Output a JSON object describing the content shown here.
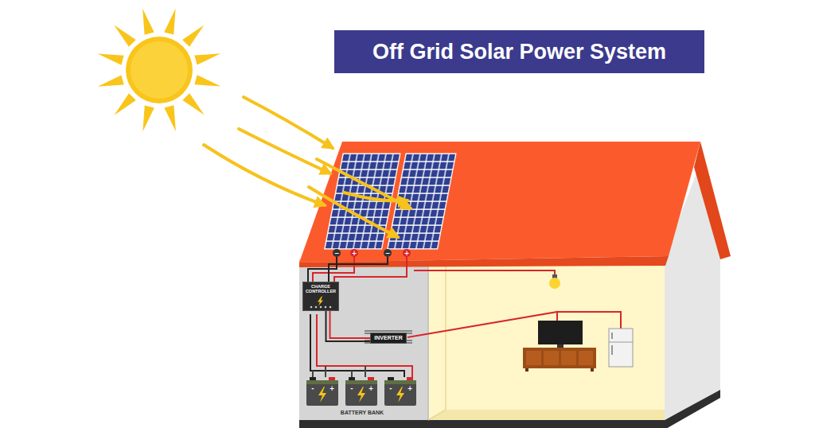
{
  "diagram": {
    "title": "Off Grid Solar Power System",
    "nodes": [
      {
        "text": [
          "CHARGE CONTROLLER"
        ]
      },
      {
        "text": [
          "INVERTER"
        ]
      }
    ],
    "edges": [
      {
        "from": 0,
        "to": 1,
        "arrow": "none"
      }
    ],
    "labels": [
      "BATTERY BANK",
      "−",
      "+",
      "−",
      "+",
      "-",
      "+",
      "-",
      "+",
      "-",
      "+"
    ]
  }
}
